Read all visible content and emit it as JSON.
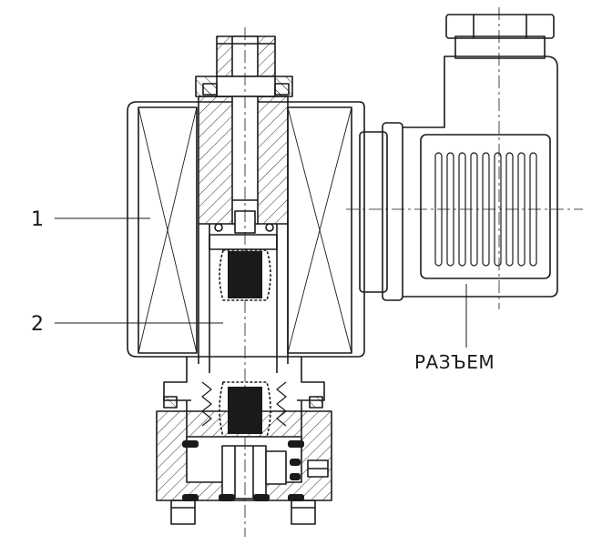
{
  "diagram": {
    "labels": {
      "coil": "1",
      "core_tube": "2",
      "connector": "РАЗЪЕМ"
    },
    "colors": {
      "line": "#1a1a1a",
      "background": "#ffffff",
      "solid": "#1a1a1a"
    }
  }
}
